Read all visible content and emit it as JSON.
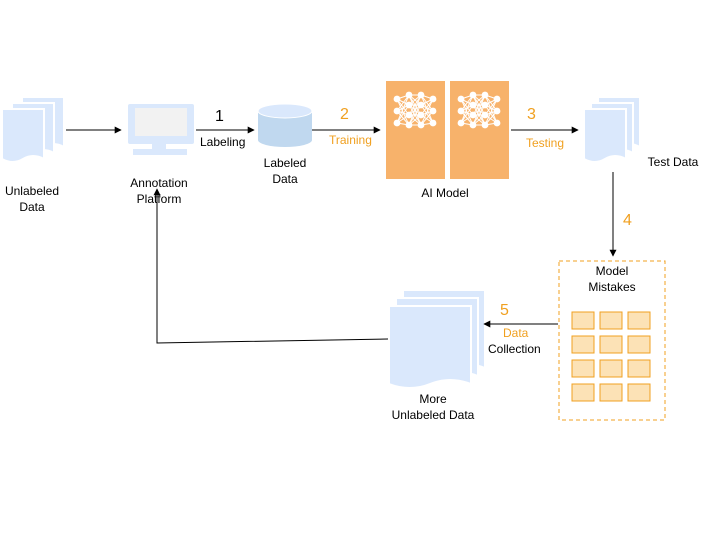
{
  "colors": {
    "doc_fill": "#dae8fc",
    "doc_edge": "#ffffff",
    "accent_orange": "#f0a020",
    "model_fill": "#f7b26b",
    "cell_fill": "#fce2b6",
    "arrow": "#000000",
    "monitor_frame": "#dae8fc",
    "monitor_screen": "#f2f2f2",
    "db_fill": "#c0d8ef"
  },
  "nodes": {
    "unlabeled_data": {
      "line1": "Unlabeled",
      "line2": "Data",
      "icon": "document-stack-icon"
    },
    "annotation_platform": {
      "line1": "Annotation",
      "line2": "Platform",
      "icon": "monitor-icon"
    },
    "labeled_data": {
      "line1": "Labeled",
      "line2": "Data",
      "icon": "database-icon"
    },
    "ai_model": {
      "label": "AI Model",
      "icon": "neural-network-icon"
    },
    "test_data": {
      "label": "Test Data",
      "icon": "document-stack-icon"
    },
    "model_mistakes": {
      "line1": "Model",
      "line2": "Mistakes",
      "icon": "grid-icon"
    },
    "more_unlabeled_data": {
      "line1": "More",
      "line2": "Unlabeled Data",
      "icon": "document-stack-icon"
    }
  },
  "steps": {
    "labeling": {
      "number": "1",
      "label": "Labeling"
    },
    "training": {
      "number": "2",
      "label": "Training"
    },
    "testing": {
      "number": "3",
      "label": "Testing"
    },
    "mistakes": {
      "number": "4"
    },
    "data_collection": {
      "number": "5",
      "line1": "Data",
      "line2": "Collection"
    }
  }
}
